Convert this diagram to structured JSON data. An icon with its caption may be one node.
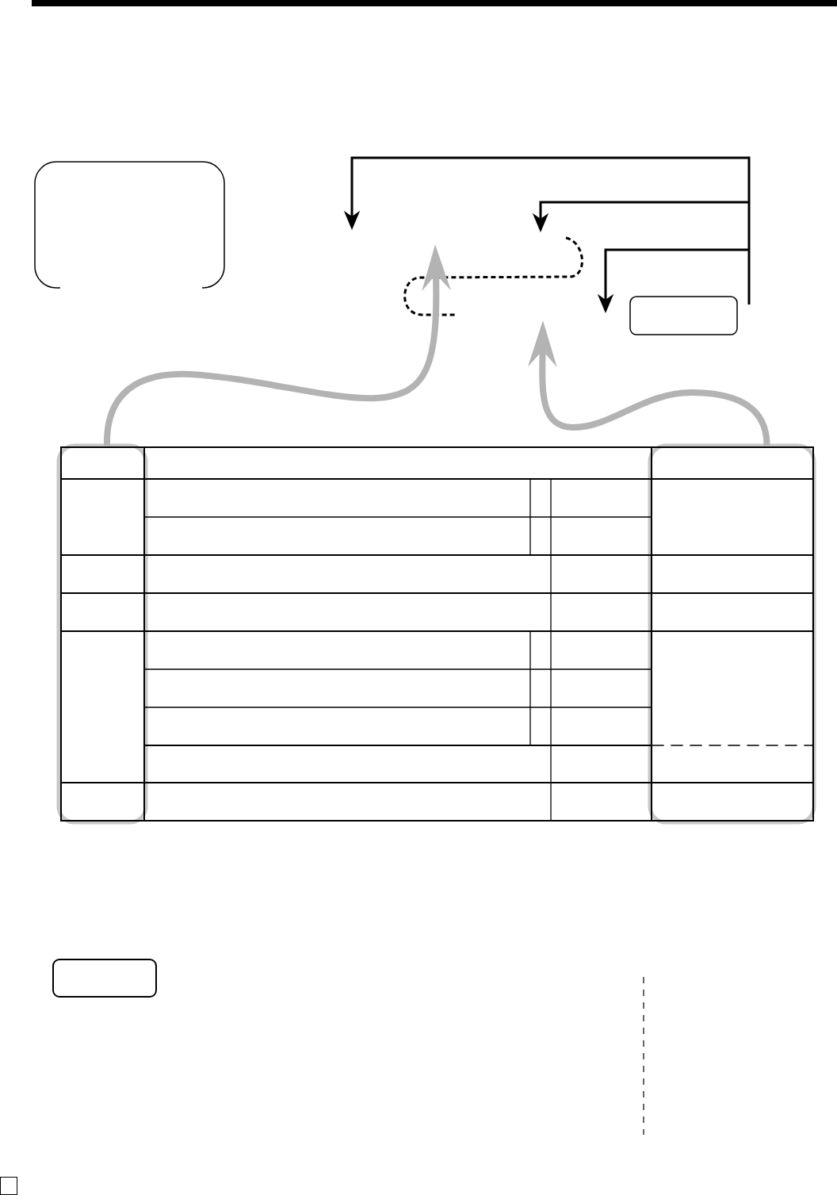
{
  "diagram": {
    "nodes": [
      {
        "text": [],
        "shape": "bar"
      },
      {
        "text": [],
        "shape": "box"
      },
      {
        "text": [],
        "shape": "box"
      },
      {
        "text": [],
        "shape": "box"
      },
      {
        "text": [],
        "shape": "box"
      },
      {
        "text": [],
        "shape": "box"
      }
    ],
    "edges": [
      {
        "from": 0,
        "to": null,
        "arrow": "to"
      },
      {
        "from": 0,
        "to": null,
        "arrow": "to"
      },
      {
        "from": 0,
        "to": null,
        "arrow": "to"
      },
      {
        "from": 3,
        "to": null,
        "arrow": "to",
        "style": "thick",
        "color": "#b3b3b3"
      },
      {
        "from": 4,
        "to": null,
        "arrow": "to",
        "style": "thick",
        "color": "#b3b3b3"
      }
    ]
  }
}
